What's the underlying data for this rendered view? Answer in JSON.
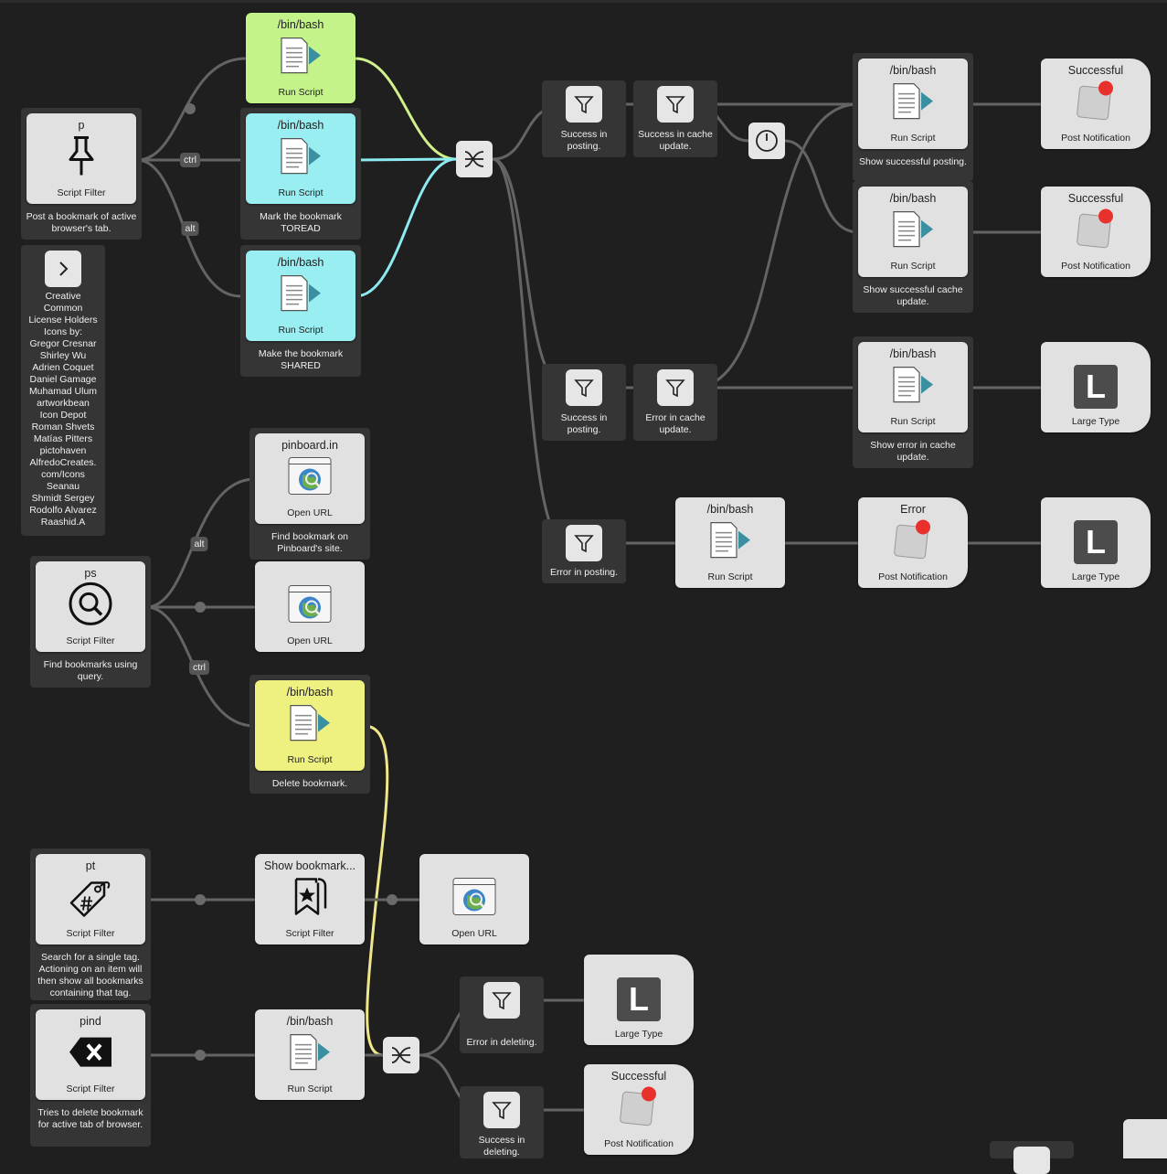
{
  "workflow": {
    "keyword_nodes": [
      {
        "keyword": "p",
        "type": "Script Filter",
        "caption": "Post a bookmark of active browser's tab."
      },
      {
        "keyword": "ps",
        "type": "Script Filter",
        "caption": "Find bookmarks using query."
      },
      {
        "keyword": "pt",
        "type": "Script Filter",
        "caption": "Search for a single tag. Actioning on an item will then show all bookmarks containing that tag."
      },
      {
        "keyword": "pind",
        "type": "Script Filter",
        "caption": "Tries to delete bookmark for active tab of browser."
      },
      {
        "keyword": "Show bookmark...",
        "type": "Script Filter",
        "caption": ""
      }
    ],
    "credits": {
      "lines": [
        "Creative",
        "Common",
        "License Holders",
        "Icons by:",
        "Gregor Cresnar",
        "Shirley Wu",
        "Adrien Coquet",
        "Daniel Gamage",
        "Muhamad Ulum",
        "artworkbean",
        "Icon Depot",
        "Roman Shvets",
        "Matías Pitters",
        "pictohaven",
        "AlfredoCreates.",
        "com/Icons",
        "Seanau",
        "Shmidt Sergey",
        "Rodolfo Alvarez",
        "Raashid.A"
      ]
    },
    "scripts": [
      {
        "title": "/bin/bash",
        "type": "Run Script",
        "caption": ""
      },
      {
        "title": "/bin/bash",
        "type": "Run Script",
        "caption": "Mark the bookmark TOREAD"
      },
      {
        "title": "/bin/bash",
        "type": "Run Script",
        "caption": "Make the bookmark SHARED"
      },
      {
        "title": "/bin/bash",
        "type": "Run Script",
        "caption": "Show successful posting."
      },
      {
        "title": "/bin/bash",
        "type": "Run Script",
        "caption": "Show successful cache update."
      },
      {
        "title": "/bin/bash",
        "type": "Run Script",
        "caption": "Show error in cache update."
      },
      {
        "title": "/bin/bash",
        "type": "Run Script",
        "caption": ""
      },
      {
        "title": "/bin/bash",
        "type": "Run Script",
        "caption": "Delete bookmark."
      },
      {
        "title": "/bin/bash",
        "type": "Run Script",
        "caption": ""
      }
    ],
    "urls": [
      {
        "title": "pinboard.in",
        "type": "Open URL",
        "caption": "Find bookmark on Pinboard's site."
      },
      {
        "title": "",
        "type": "Open URL",
        "caption": ""
      },
      {
        "title": "",
        "type": "Open URL",
        "caption": ""
      }
    ],
    "filters": [
      {
        "caption": "Success in posting."
      },
      {
        "caption": "Success in cache update."
      },
      {
        "caption": "Success in posting."
      },
      {
        "caption": "Error in cache update."
      },
      {
        "caption": "Error in posting."
      },
      {
        "caption": "Error in deleting."
      },
      {
        "caption": "Success in deleting."
      }
    ],
    "outputs": [
      {
        "title": "Successful",
        "type": "Post Notification"
      },
      {
        "title": "Successful",
        "type": "Post Notification"
      },
      {
        "title": "",
        "type": "Large Type"
      },
      {
        "title": "Error",
        "type": "Post Notification"
      },
      {
        "title": "",
        "type": "Large Type"
      },
      {
        "title": "",
        "type": "Large Type"
      },
      {
        "title": "Successful",
        "type": "Post Notification"
      }
    ],
    "modifiers": [
      "ctrl",
      "alt",
      "alt",
      "ctrl"
    ],
    "large_type_glyph": "L",
    "colors": {
      "background": "#1f1f1f",
      "wire": "#646464",
      "green": "#c4f389",
      "cyan": "#98eef1",
      "yellow": "#eef080",
      "node": "#e1e1e1",
      "group": "#353535",
      "badge_red": "#e8312c"
    }
  }
}
